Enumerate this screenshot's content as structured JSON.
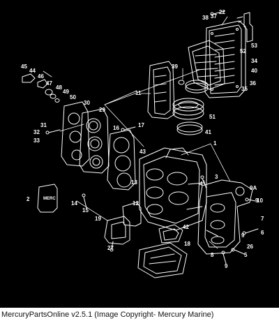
{
  "caption": "MercuryPartsOnline v2.5.1 (Image Copyright- Mercury Marine)",
  "colors": {
    "background": "#000000",
    "line": "#ffffff",
    "caption_bg": "#ffffff",
    "caption_text": "#111111"
  },
  "decal_text": "MERC",
  "part_labels": [
    {
      "id": "1",
      "text": "1"
    },
    {
      "id": "2",
      "text": "2"
    },
    {
      "id": "3",
      "text": "3"
    },
    {
      "id": "4",
      "text": "4"
    },
    {
      "id": "5",
      "text": "5"
    },
    {
      "id": "6",
      "text": "6"
    },
    {
      "id": "7",
      "text": "7"
    },
    {
      "id": "8",
      "text": "8"
    },
    {
      "id": "9a",
      "text": "9"
    },
    {
      "id": "9b",
      "text": "9"
    },
    {
      "id": "9c",
      "text": "9"
    },
    {
      "id": "9A",
      "text": "9A"
    },
    {
      "id": "10",
      "text": "10"
    },
    {
      "id": "11",
      "text": "11"
    },
    {
      "id": "12",
      "text": "12"
    },
    {
      "id": "13",
      "text": "13"
    },
    {
      "id": "14",
      "text": "14"
    },
    {
      "id": "15",
      "text": "15"
    },
    {
      "id": "16",
      "text": "16"
    },
    {
      "id": "17",
      "text": "17"
    },
    {
      "id": "18",
      "text": "18"
    },
    {
      "id": "19",
      "text": "19"
    },
    {
      "id": "22",
      "text": "22"
    },
    {
      "id": "26",
      "text": "26"
    },
    {
      "id": "27",
      "text": "27"
    },
    {
      "id": "29",
      "text": "29"
    },
    {
      "id": "30",
      "text": "30"
    },
    {
      "id": "31",
      "text": "31"
    },
    {
      "id": "32",
      "text": "32"
    },
    {
      "id": "33",
      "text": "33"
    },
    {
      "id": "34",
      "text": "34"
    },
    {
      "id": "35",
      "text": "35"
    },
    {
      "id": "36",
      "text": "36"
    },
    {
      "id": "37",
      "text": "37"
    },
    {
      "id": "38",
      "text": "38"
    },
    {
      "id": "39",
      "text": "39"
    },
    {
      "id": "40",
      "text": "40"
    },
    {
      "id": "41",
      "text": "41"
    },
    {
      "id": "42",
      "text": "42"
    },
    {
      "id": "43",
      "text": "43"
    },
    {
      "id": "44",
      "text": "44"
    },
    {
      "id": "45",
      "text": "45"
    },
    {
      "id": "46",
      "text": "46"
    },
    {
      "id": "47",
      "text": "47"
    },
    {
      "id": "48",
      "text": "48"
    },
    {
      "id": "49",
      "text": "49"
    },
    {
      "id": "50",
      "text": "50"
    },
    {
      "id": "51",
      "text": "51"
    },
    {
      "id": "52",
      "text": "52"
    },
    {
      "id": "53",
      "text": "53"
    }
  ]
}
